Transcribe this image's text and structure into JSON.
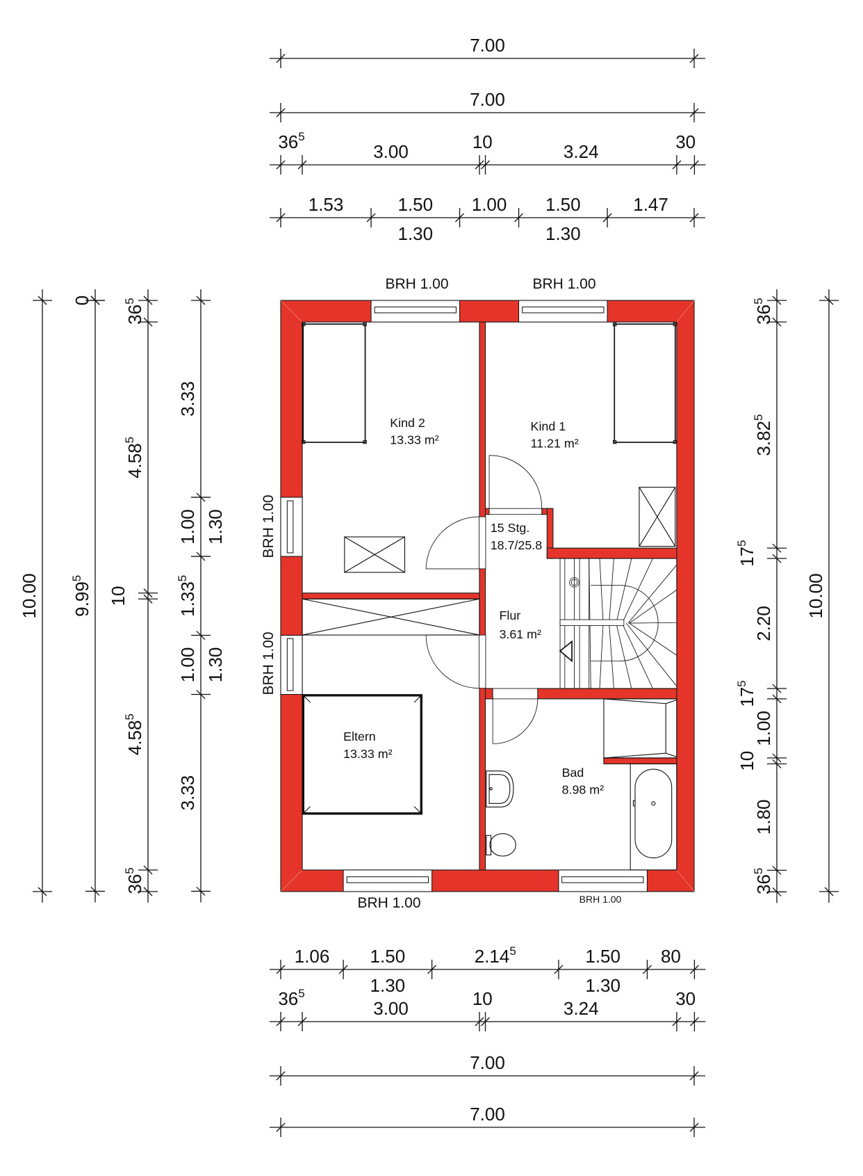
{
  "colors": {
    "wall": "#E5352A",
    "line": "#111111"
  },
  "plan": {
    "rooms": [
      {
        "name": "Kind 2",
        "area": "13.33 m²"
      },
      {
        "name": "Kind 1",
        "area": "11.21 m²"
      },
      {
        "name": "Flur",
        "area": "3.61 m²"
      },
      {
        "name": "Eltern",
        "area": "13.33 m²"
      },
      {
        "name": "Bad",
        "area": "8.98 m²"
      }
    ],
    "stairs": {
      "steps": "15 Stg.",
      "ratio": "18.7/25.8"
    },
    "windows": {
      "top_left": "BRH 1.00",
      "top_right": "BRH 1.00",
      "left_upper": "BRH 1.00",
      "left_lower": "BRH 1.00",
      "bottom_left": "BRH 1.00",
      "bottom_right": "BRH 1.00"
    }
  },
  "dimensions": {
    "top": [
      {
        "segments": [
          {
            "value": 700,
            "label": "7.00"
          }
        ]
      },
      {
        "segments": [
          {
            "value": 700,
            "label": "7.00"
          }
        ]
      },
      {
        "segments": [
          {
            "value": 36.5,
            "label": "36",
            "sup": "5"
          },
          {
            "value": 300,
            "label": "3.00"
          },
          {
            "value": 10,
            "label": "10"
          },
          {
            "value": 324,
            "label": "3.24"
          },
          {
            "value": 30,
            "label": "30"
          }
        ]
      },
      {
        "segments": [
          {
            "value": 153,
            "label": "1.53"
          },
          {
            "value": 150,
            "label": "1.50",
            "sub": "1.30"
          },
          {
            "value": 100,
            "label": "1.00"
          },
          {
            "value": 150,
            "label": "1.50",
            "sub": "1.30"
          },
          {
            "value": 147,
            "label": "1.47"
          }
        ]
      }
    ],
    "bottom": [
      {
        "segments": [
          {
            "value": 106,
            "label": "1.06"
          },
          {
            "value": 150,
            "label": "1.50",
            "sub": "1.30"
          },
          {
            "value": 214.5,
            "label": "2.14",
            "sup": "5"
          },
          {
            "value": 150,
            "label": "1.50",
            "sub": "1.30"
          },
          {
            "value": 80,
            "label": "80"
          }
        ]
      },
      {
        "segments": [
          {
            "value": 36.5,
            "label": "36",
            "sup": "5"
          },
          {
            "value": 300,
            "label": "3.00"
          },
          {
            "value": 10,
            "label": "10"
          },
          {
            "value": 324,
            "label": "3.24"
          },
          {
            "value": 30,
            "label": "30"
          }
        ]
      },
      {
        "segments": [
          {
            "value": 700,
            "label": "7.00"
          }
        ]
      },
      {
        "segments": [
          {
            "value": 700,
            "label": "7.00"
          }
        ]
      }
    ],
    "left": [
      {
        "segments": [
          {
            "value": 1000,
            "label": "10.00"
          }
        ]
      },
      {
        "segments": [
          {
            "value": 0,
            "label": "0"
          },
          {
            "value": 999.5,
            "label": "9.99",
            "sup": "5"
          }
        ]
      },
      {
        "segments": [
          {
            "value": 36.5,
            "label": "36",
            "sup": "5"
          },
          {
            "value": 458.5,
            "label": "4.58",
            "sup": "5"
          },
          {
            "value": 10,
            "label": "10"
          },
          {
            "value": 458.5,
            "label": "4.58",
            "sup": "5"
          },
          {
            "value": 36.5,
            "label": "36",
            "sup": "5"
          }
        ]
      },
      {
        "segments": [
          {
            "value": 333,
            "label": "3.33"
          },
          {
            "value": 100,
            "label": "1.00",
            "sub": "1.30"
          },
          {
            "value": 133.5,
            "label": "1.33",
            "sup": "5"
          },
          {
            "value": 100,
            "label": "1.00",
            "sub": "1.30"
          },
          {
            "value": 333,
            "label": "3.33"
          }
        ]
      }
    ],
    "right": [
      {
        "segments": [
          {
            "value": 36.5,
            "label": "36",
            "sup": "5"
          },
          {
            "value": 382.5,
            "label": "3.82",
            "sup": "5"
          },
          {
            "value": 17.5,
            "label": "17",
            "sup": "5"
          },
          {
            "value": 220,
            "label": "2.20"
          },
          {
            "value": 17.5,
            "label": "17",
            "sup": "5"
          },
          {
            "value": 100,
            "label": "1.00"
          },
          {
            "value": 10,
            "label": "10"
          },
          {
            "value": 180,
            "label": "1.80"
          },
          {
            "value": 36.5,
            "label": "36",
            "sup": "5"
          }
        ]
      },
      {
        "segments": [
          {
            "value": 1000,
            "label": "10.00"
          }
        ]
      }
    ]
  }
}
